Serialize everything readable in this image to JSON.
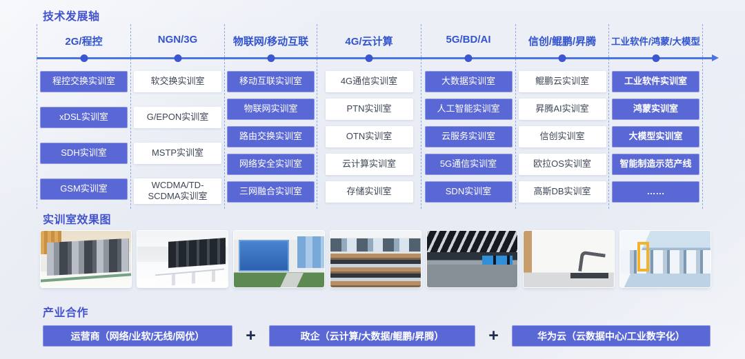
{
  "page": {
    "axis_title": "技术发展轴",
    "gallery_title": "实训室效果图",
    "industry_title": "产业合作"
  },
  "axis": {
    "columns": [
      {
        "label": "2G/程控",
        "style": "blue",
        "labs": [
          "程控交换实训室",
          "xDSL实训室",
          "SDH实训室",
          "GSM实训室"
        ]
      },
      {
        "label": "NGN/3G",
        "style": "white",
        "labs": [
          "软交换实训室",
          "G/EPON实训室",
          "MSTP实训室",
          "WCDMA/TD-SCDMA实训室"
        ]
      },
      {
        "label": "物联网/移动互联",
        "style": "blue",
        "labs": [
          "移动互联实训室",
          "物联网实训室",
          "路由交换实训室",
          "网络安全实训室",
          "三网融合实训室"
        ]
      },
      {
        "label": "4G/云计算",
        "style": "white",
        "labs": [
          "4G通信实训室",
          "PTN实训室",
          "OTN实训室",
          "云计算实训室",
          "存储实训室"
        ]
      },
      {
        "label": "5G/BD/AI",
        "style": "blue",
        "labs": [
          "大数据实训室",
          "人工智能实训室",
          "云服务实训室",
          "5G通信实训室",
          "SDN实训室"
        ]
      },
      {
        "label": "信创/鲲鹏/昇腾",
        "style": "white",
        "labs": [
          "鲲鹏云实训室",
          "昇腾AI实训室",
          "信创实训室",
          "欧拉OS实训室",
          "高斯DB实训室"
        ]
      },
      {
        "label": "工业软件/鸿蒙/大模型",
        "style": "blue bold",
        "labs": [
          "工业软件实训室",
          "鸿蒙实训室",
          "大模型实训室",
          "智能制造示范产线",
          "……"
        ]
      }
    ]
  },
  "gallery": {
    "photos": [
      "telecom-equipment-room",
      "server-room",
      "iot-demo-room",
      "computer-classroom",
      "exhibition-hall",
      "robot-lab",
      "smart-manufacturing-line"
    ]
  },
  "industry": {
    "plus": "+",
    "items": [
      "运营商（网络/业软/无线/网优）",
      "政企（云计算/大数据/鲲鹏/昇腾）",
      "华为云（云数据中心/工业数字化）"
    ]
  },
  "colors": {
    "accent_blue": "#3354cf",
    "box_blue": "#5a68d6",
    "timeline_blue": "#4b74e2",
    "background": "#e9edf4"
  }
}
